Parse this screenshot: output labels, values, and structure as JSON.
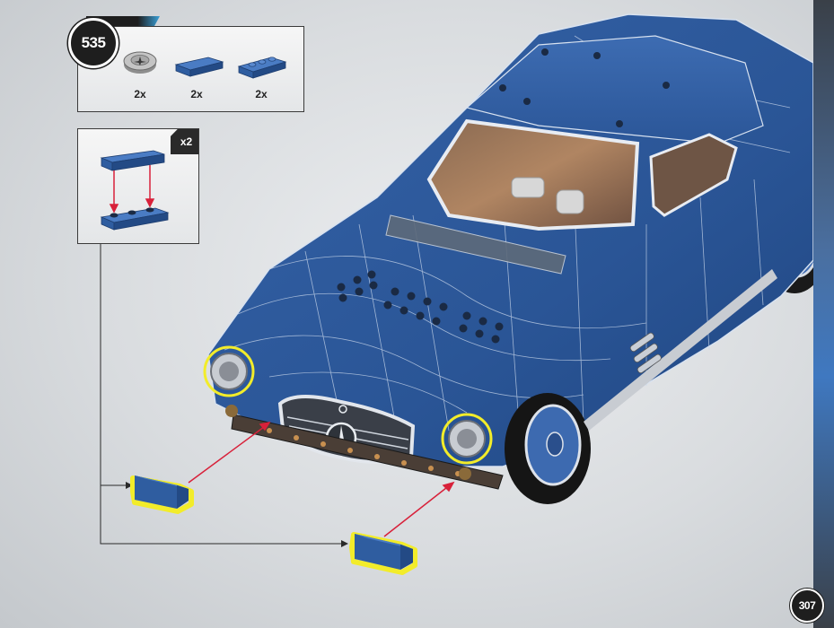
{
  "step": {
    "number": "535"
  },
  "page": {
    "number": "307"
  },
  "parts": [
    {
      "qty": "2x",
      "icon": "round-tile-icon",
      "color": "#b8b8b8"
    },
    {
      "qty": "2x",
      "icon": "tile-1x2-icon",
      "color": "#2f5da0"
    },
    {
      "qty": "2x",
      "icon": "plate-1x3-icon",
      "color": "#2f5da0"
    }
  ],
  "subassembly": {
    "multiplier": "x2"
  },
  "colors": {
    "brick_blue": "#2f5da0",
    "highlight_yellow": "#f2ec2a",
    "arrow_red": "#d8213a",
    "badge_black": "#1e1e1e"
  }
}
